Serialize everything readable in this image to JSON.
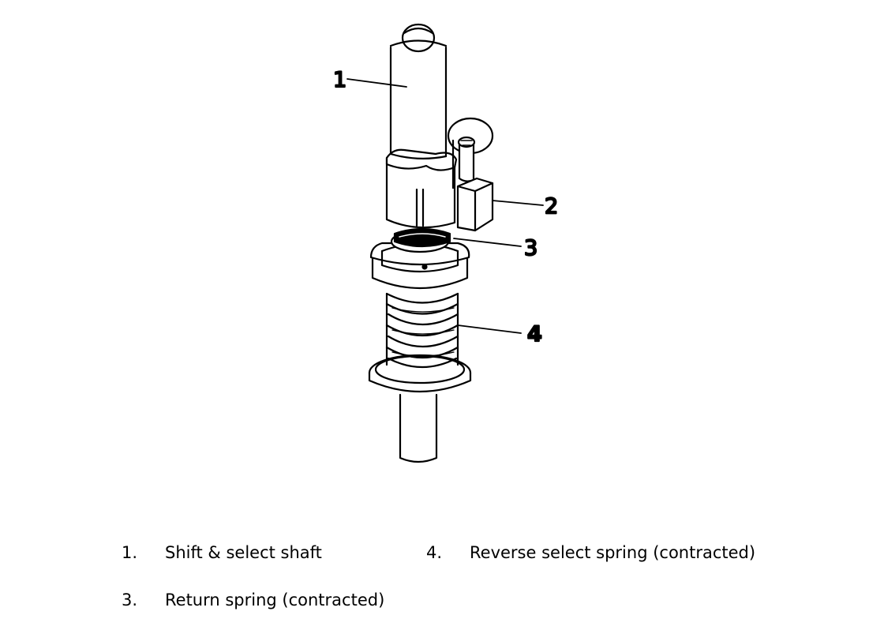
{
  "callouts": {
    "c1": "1",
    "c2": "2",
    "c3": "3",
    "c4": "4"
  },
  "legend": [
    {
      "num": "1.",
      "text": "Shift & select shaft"
    },
    {
      "num": "4.",
      "text": "Reverse select spring (contracted)"
    },
    {
      "num": "3.",
      "text": "Return spring (contracted)"
    }
  ]
}
